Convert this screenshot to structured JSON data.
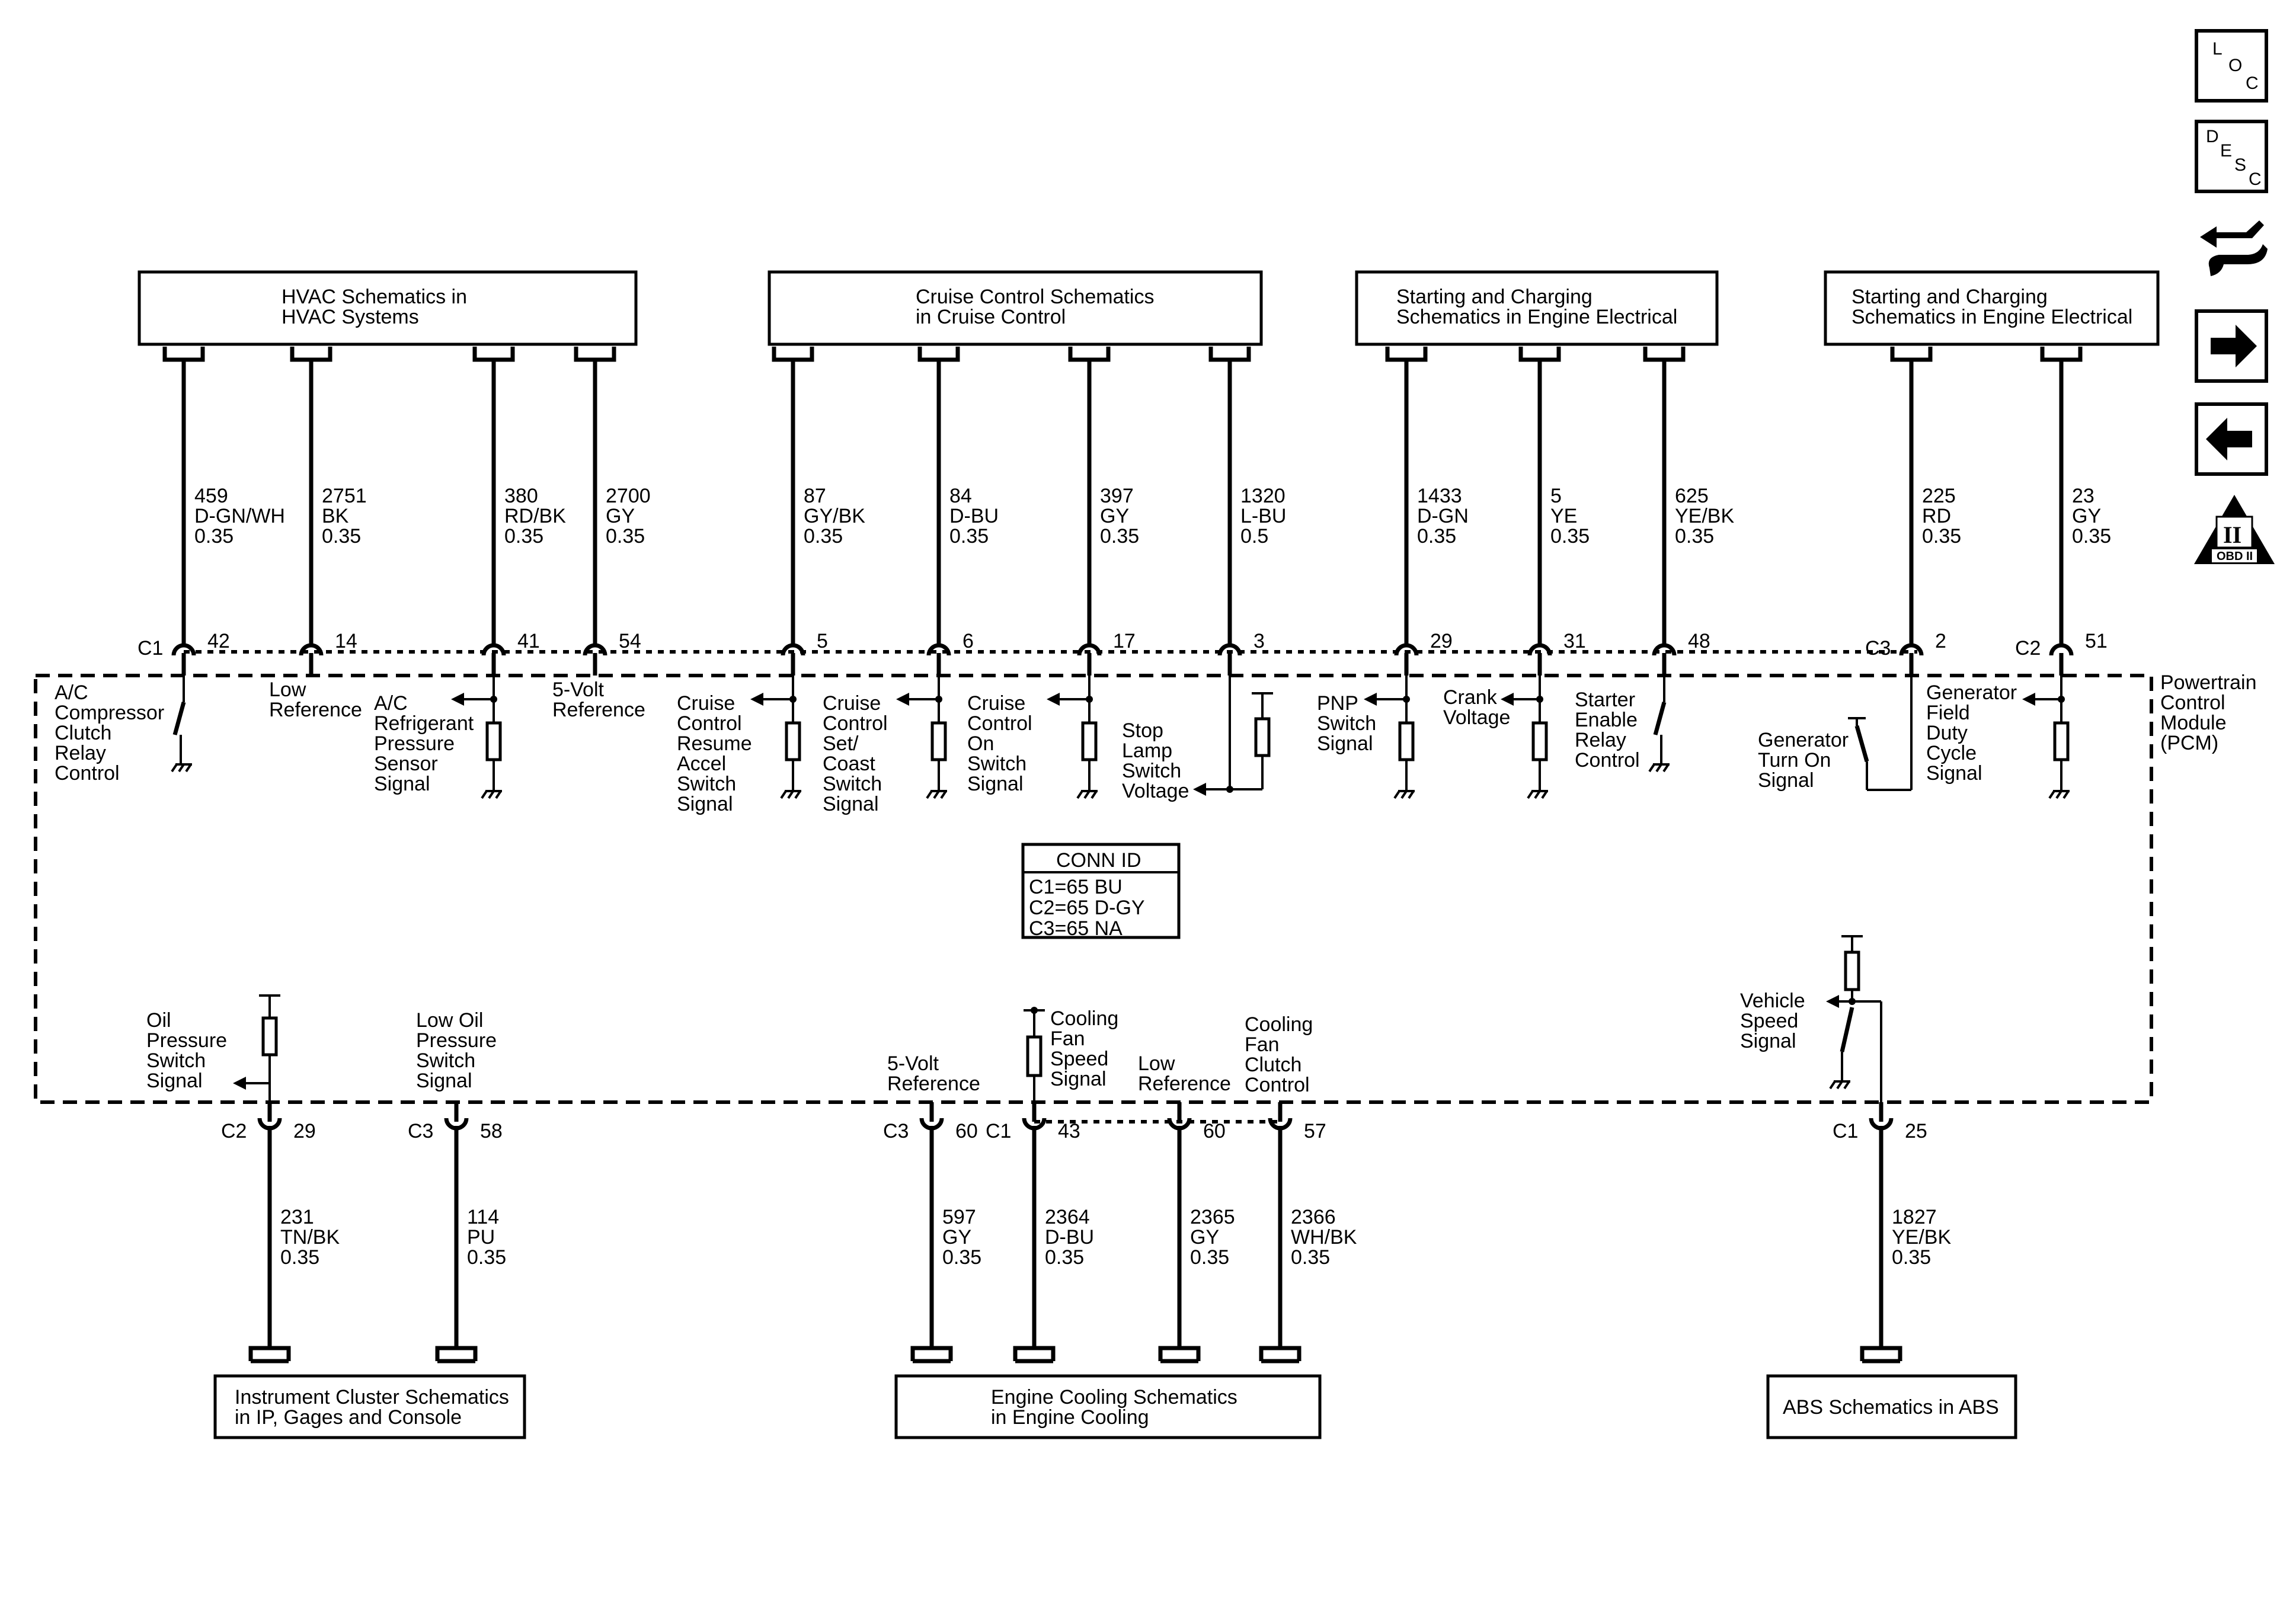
{
  "modules": {
    "hvac": "HVAC Schematics in\nHVAC Systems",
    "cruise": "Cruise Control Schematics\nin Cruise Control",
    "starting1": "Starting and Charging\nSchematics in Engine Electrical",
    "starting2": "Starting and Charging\nSchematics in Engine Electrical",
    "instrument": "Instrument Cluster Schematics\nin IP, Gages and Console",
    "cooling": "Engine Cooling Schematics\nin Engine Cooling",
    "abs": "ABS Schematics in ABS"
  },
  "pcm_label": "Powertrain\nControl\nModule\n(PCM)",
  "conn_id": {
    "title": "CONN ID",
    "lines": [
      "C1=65 BU",
      "C2=65 D-GY",
      "C3=65 NA"
    ]
  },
  "top_wires": [
    {
      "circuit": "459",
      "color": "D-GN/WH",
      "size": "0.35",
      "pin": "42",
      "connector": "C1",
      "signal": "A/C\nCompressor\nClutch\nRelay\nControl"
    },
    {
      "circuit": "2751",
      "color": "BK",
      "size": "0.35",
      "pin": "14",
      "connector": "",
      "signal": "Low\nReference"
    },
    {
      "circuit": "380",
      "color": "RD/BK",
      "size": "0.35",
      "pin": "41",
      "connector": "",
      "signal": "A/C\nRefrigerant\nPressure\nSensor\nSignal"
    },
    {
      "circuit": "2700",
      "color": "GY",
      "size": "0.35",
      "pin": "54",
      "connector": "",
      "signal": "5-Volt\nReference"
    },
    {
      "circuit": "87",
      "color": "GY/BK",
      "size": "0.35",
      "pin": "5",
      "connector": "",
      "signal": "Cruise\nControl\nResume\nAccel\nSwitch\nSignal"
    },
    {
      "circuit": "84",
      "color": "D-BU",
      "size": "0.35",
      "pin": "6",
      "connector": "",
      "signal": "Cruise\nControl\nSet/\nCoast\nSwitch\nSignal"
    },
    {
      "circuit": "397",
      "color": "GY",
      "size": "0.35",
      "pin": "17",
      "connector": "",
      "signal": "Cruise\nControl\nOn\nSwitch\nSignal"
    },
    {
      "circuit": "1320",
      "color": "L-BU",
      "size": "0.5",
      "pin": "3",
      "connector": "",
      "signal": "Stop\nLamp\nSwitch\nVoltage"
    },
    {
      "circuit": "1433",
      "color": "D-GN",
      "size": "0.35",
      "pin": "29",
      "connector": "",
      "signal": "PNP\nSwitch\nSignal"
    },
    {
      "circuit": "5",
      "color": "YE",
      "size": "0.35",
      "pin": "31",
      "connector": "",
      "signal": "Crank\nVoltage"
    },
    {
      "circuit": "625",
      "color": "YE/BK",
      "size": "0.35",
      "pin": "48",
      "connector": "",
      "signal": "Starter\nEnable\nRelay\nControl"
    },
    {
      "circuit": "225",
      "color": "RD",
      "size": "0.35",
      "pin": "2",
      "connector": "C3",
      "signal": "Generator\nTurn On\nSignal"
    },
    {
      "circuit": "23",
      "color": "GY",
      "size": "0.35",
      "pin": "51",
      "connector": "C2",
      "signal": "Generator\nField\nDuty\nCycle\nSignal"
    }
  ],
  "bottom_wires": [
    {
      "circuit": "231",
      "color": "TN/BK",
      "size": "0.35",
      "pin": "29",
      "connector": "C2",
      "signal": "Oil\nPressure\nSwitch\nSignal"
    },
    {
      "circuit": "114",
      "color": "PU",
      "size": "0.35",
      "pin": "58",
      "connector": "C3",
      "signal": "Low Oil\nPressure\nSwitch\nSignal"
    },
    {
      "circuit": "597",
      "color": "GY",
      "size": "0.35",
      "pin": "60",
      "connector": "C3",
      "signal": "5-Volt\nReference"
    },
    {
      "circuit": "2364",
      "color": "D-BU",
      "size": "0.35",
      "pin": "43",
      "connector": "C1",
      "signal": "Cooling\nFan\nSpeed\nSignal"
    },
    {
      "circuit": "2365",
      "color": "GY",
      "size": "0.35",
      "pin": "60",
      "connector": "",
      "signal": "Low\nReference"
    },
    {
      "circuit": "2366",
      "color": "WH/BK",
      "size": "0.35",
      "pin": "57",
      "connector": "",
      "signal": "Cooling\nFan\nClutch\nControl"
    },
    {
      "circuit": "1827",
      "color": "YE/BK",
      "size": "0.35",
      "pin": "25",
      "connector": "C1",
      "signal": "Vehicle\nSpeed\nSignal"
    }
  ],
  "side_icons": {
    "loc": [
      "L",
      "O",
      "C"
    ],
    "desc": [
      "D",
      "E",
      "S",
      "C"
    ],
    "obd": [
      "II",
      "OBD II"
    ]
  }
}
